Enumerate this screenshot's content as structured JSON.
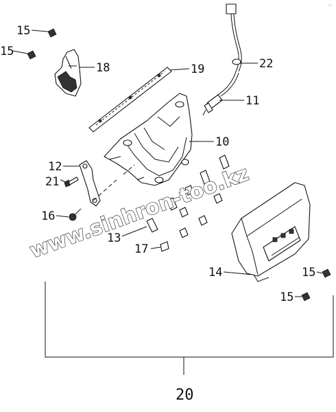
{
  "corner_mark": "~",
  "watermark": "www.sinhron-too.kz",
  "callouts": {
    "c15a": "15",
    "c15b": "15",
    "c18": "18",
    "c19": "19",
    "c22": "22",
    "c11": "11",
    "c10": "10",
    "c12": "12",
    "c21": "21",
    "c16": "16",
    "c13": "13",
    "c17": "17",
    "c14": "14",
    "c15c": "15",
    "c15d": "15",
    "c20": "20"
  }
}
